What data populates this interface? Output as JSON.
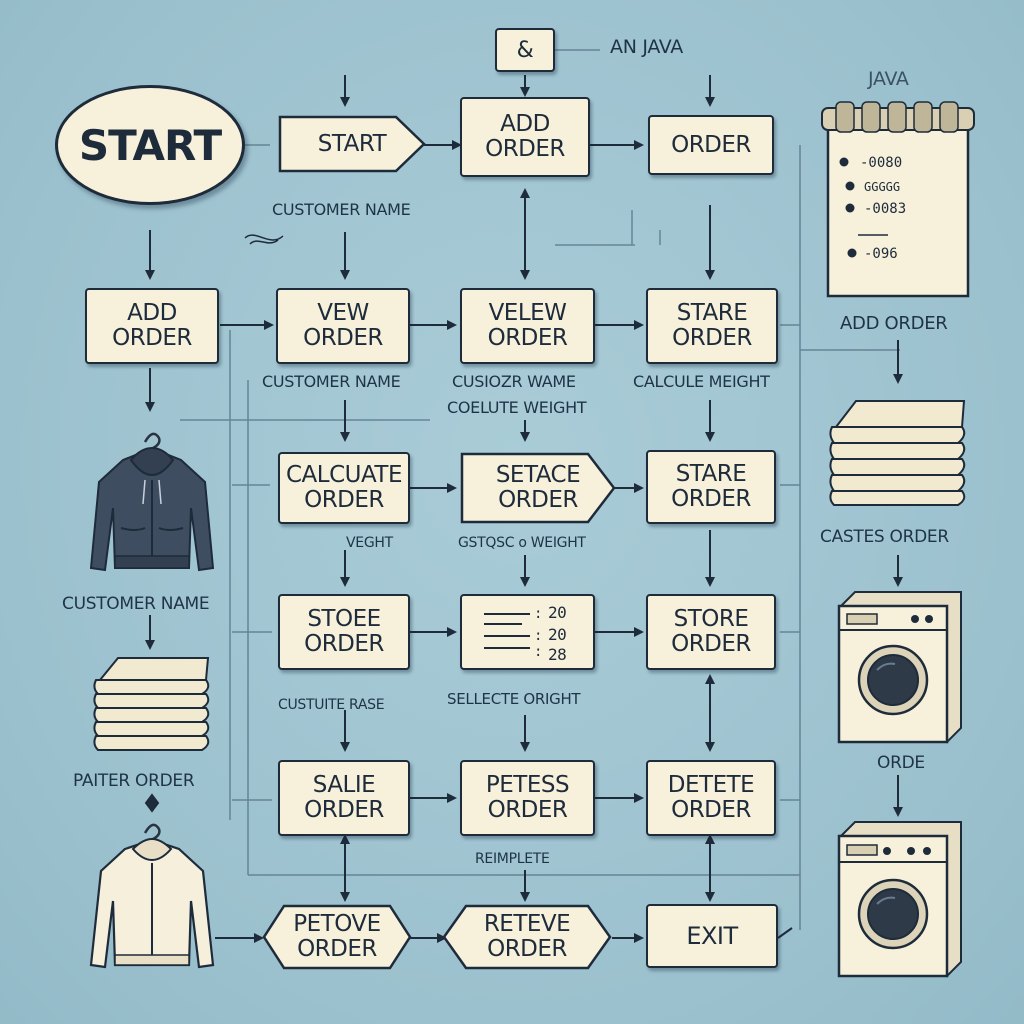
{
  "start_oval": "START",
  "top_note": {
    "logo": "&",
    "label": "AN JAVA"
  },
  "nodes": {
    "start_box": "START",
    "add_order_top": "ADD\nORDER",
    "order_top": "ORDER",
    "add_order_left": "ADD\nORDER",
    "vew_order": "VEW\nORDER",
    "velew_order": "VELEW\nORDER",
    "stare_order_1": "STARE\nORDER",
    "calcuate_order": "CALCUATE\nORDER",
    "setace_order": "SETACE\nORDER",
    "stare_order_2": "STARE\nORDER",
    "stoee_order": "STOEE\nORDER",
    "store_order": "STORE\nORDER",
    "salie_order": "SALIE\nORDER",
    "petess_order": "PETESS\nORDER",
    "detete_order": "DETETE\nORDER",
    "petove_order": "PETOVE\nORDER",
    "reteve_order": "RETEVE\nORDER",
    "exit": "EXIT"
  },
  "list_node": {
    "rows": [
      "20",
      "20",
      "28"
    ]
  },
  "labels": {
    "customer_name_top": "CUSTOMER NAME",
    "customer_name_2": "CUSTOMER NAME",
    "cusiozr_wame": "CUSIOZR WAME",
    "coelute_weight": "COELUTE WEIGHT",
    "calcule_meight": "CALCULE MEIGHT",
    "veght": "VEGHT",
    "gstqsc_weight": "GSTQSC o WEIGHT",
    "custuite_rase": "CUSTUITE RASE",
    "sellecte_oright": "SELLECTE ORIGHT",
    "reimplete": "REIMPLETE",
    "customer_name_left": "CUSTOMER NAME",
    "paiter_order": "PAITER ORDER",
    "java_right": "JAVA",
    "add_order_right": "ADD ORDER",
    "castes_order": "CASTES ORDER",
    "orde": "ORDE"
  },
  "notepad_rows": [
    "-0080",
    "GGGGG",
    "-0083",
    "-096"
  ],
  "icons": [
    "hoodie-icon",
    "stacked-clothes-icon",
    "jacket-icon",
    "notepad-icon",
    "washing-machine-icon"
  ],
  "colors": {
    "background": "#9fc4d0",
    "box_fill": "#f7f1dc",
    "ink": "#1e2b3a",
    "label_ink": "#1f3347"
  }
}
